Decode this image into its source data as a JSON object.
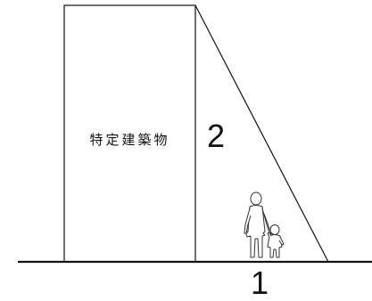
{
  "diagram": {
    "building_label": "特定建築物",
    "height_ratio": "2",
    "base_ratio": "1"
  },
  "colors": {
    "line": "#111111",
    "background": "#ffffff"
  }
}
